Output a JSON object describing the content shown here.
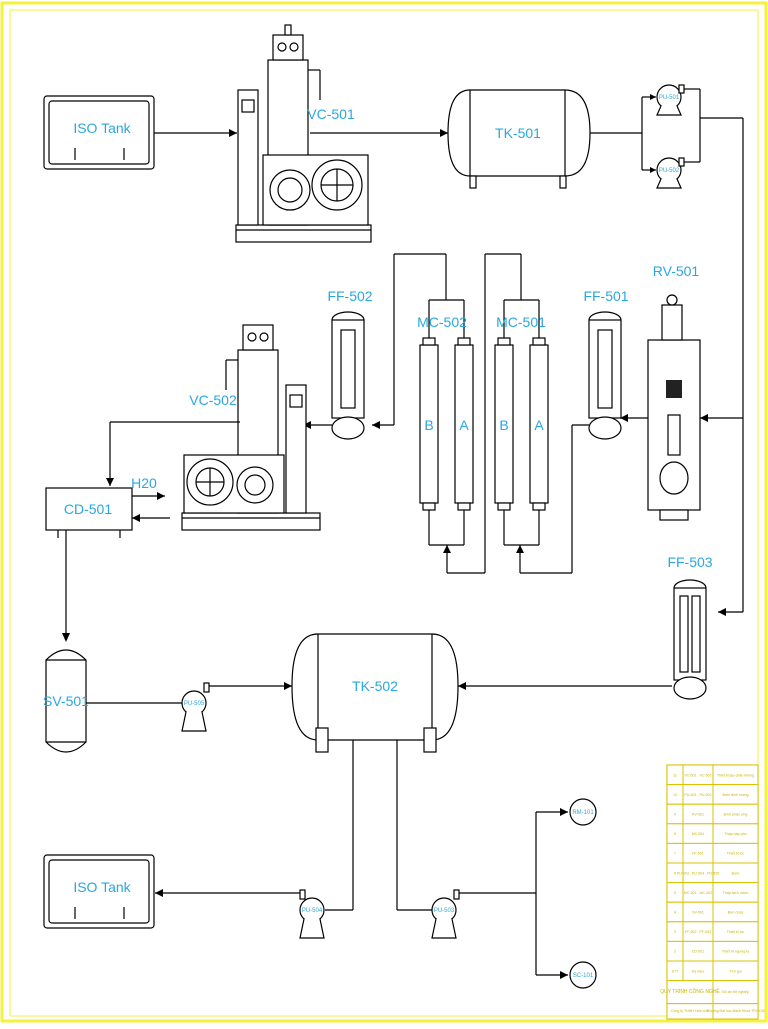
{
  "colors": {
    "label": "#2aa7e0",
    "border": "#f4f23c",
    "line": "#000000",
    "title_block": "#d9c200"
  },
  "equipment": {
    "iso_tank_1": "ISO Tank",
    "iso_tank_2": "ISO Tank",
    "vc501": "VC-501",
    "vc502": "VC-502",
    "tk501": "TK-501",
    "tk502": "TK-502",
    "pu501": "PU-501",
    "pu502": "PU-502",
    "pu503": "PU-503",
    "pu504": "PU-504",
    "pu505": "PU-505",
    "rv501": "RV-501",
    "ff501": "FF-501",
    "ff502": "FF-502",
    "ff503": "FF-503",
    "mc501": "MC-501",
    "mc502": "MC-502",
    "col_b1": "B",
    "col_a1": "A",
    "col_b2": "B",
    "col_a2": "A",
    "cd501": "CD-501",
    "h2o": "H20",
    "sv501": "SV-501",
    "rm101": "RM-101",
    "sc101": "SC-101"
  },
  "title_block": {
    "rows": [
      {
        "no": "11",
        "code": "VC-501 , VC-502",
        "name": "Thiết bị tạo chân không"
      },
      {
        "no": "10",
        "code": "PU-501 , PU-502",
        "name": "Bơm định lượng"
      },
      {
        "no": "9",
        "code": "RV-501",
        "name": "Bình phản ứng"
      },
      {
        "no": "8",
        "code": "MC-501",
        "name": "Tháp hấp phụ"
      },
      {
        "no": "7",
        "code": "FF-501",
        "name": "Thiết bị lọc"
      },
      {
        "no": "6",
        "code": "PU-503 , PU-504 , PU-505",
        "name": "Bơm"
      },
      {
        "no": "5",
        "code": "MC-501 , MC-502",
        "name": "Tháp tách nước"
      },
      {
        "no": "4",
        "code": "SV-501",
        "name": "Bồn chứa"
      },
      {
        "no": "3",
        "code": "FF-502 , FF-503",
        "name": "Thiết bị lọc"
      },
      {
        "no": "2",
        "code": "CD-501",
        "name": "Thiết bị ngưng tụ"
      },
      {
        "no": "STT",
        "code": "Ký hiệu",
        "name": "Tên gọi"
      }
    ],
    "footer_title": "QUY TRÌNH CÔNG NGHỆ",
    "footer_sub": "Đồ án tốt nghiệp",
    "footer_left": "Công ty TNHH Hóa chất",
    "footer_right": "Trường Đại học Bách Khoa TP.HCM"
  }
}
